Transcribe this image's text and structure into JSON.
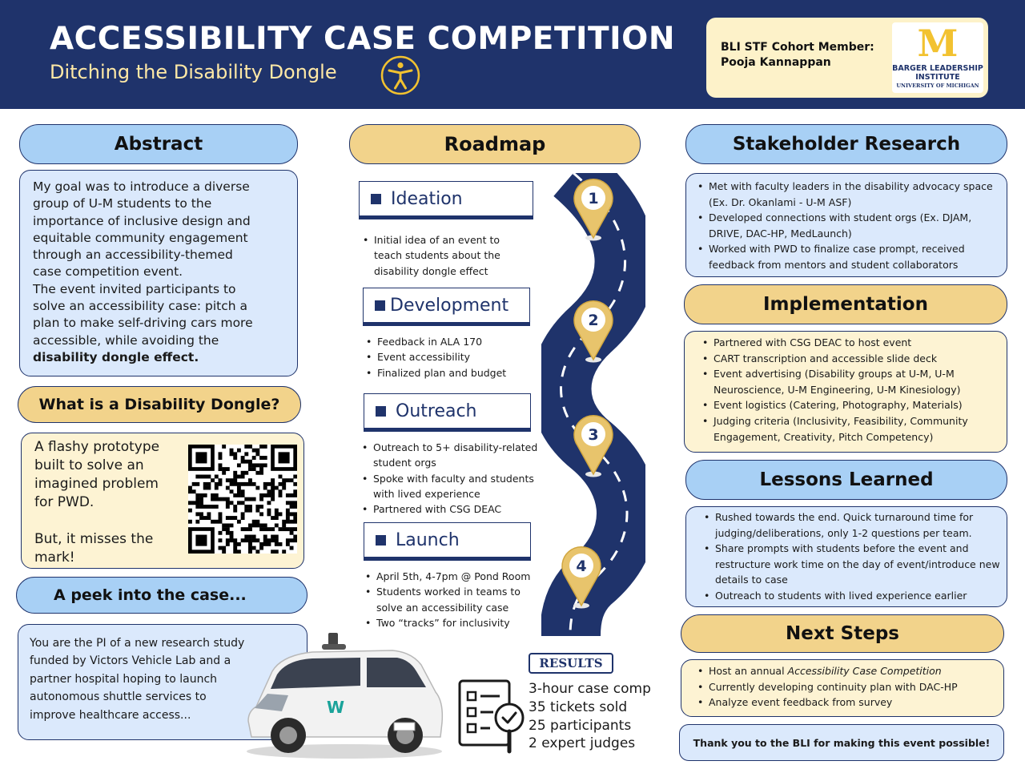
{
  "header": {
    "title": "ACCESSIBILITY CASE COMPETITION",
    "subtitle": "Ditching the Disability Dongle",
    "cohort_label": "BLI STF Cohort Member:",
    "cohort_name": "Pooja Kannappan",
    "logo_mark": "M",
    "logo_line1": "BARGER LEADERSHIP",
    "logo_line2": "INSTITUTE",
    "logo_line3": "UNIVERSITY OF MICHIGAN",
    "colors": {
      "navy": "#1f336b",
      "maize": "#f2c230"
    }
  },
  "abstract": {
    "title": "Abstract",
    "lines": [
      "My goal was to introduce a diverse",
      "group of U-M students to the",
      "importance of inclusive design and",
      "equitable community engagement",
      "through an accessibility-themed",
      "case competition event.",
      "The event invited participants to",
      "solve an accessibility case: pitch a",
      "plan to make self-driving cars more",
      "accessible, while avoiding the"
    ],
    "bold_line": "disability dongle effect",
    "bold_suffix": "."
  },
  "dongle": {
    "title": "What is a Disability Dongle?",
    "lines": [
      "A flashy prototype",
      "built to solve an",
      "imagined problem",
      "for PWD."
    ],
    "lines2": [
      "But, it misses the",
      "mark!"
    ]
  },
  "peek": {
    "title": "A peek into the case...",
    "lines": [
      "You are the PI of a new research study",
      "funded by Victors Vehicle Lab and a",
      "partner hospital hoping to launch",
      "autonomous shuttle services to",
      "improve healthcare access..."
    ]
  },
  "roadmap": {
    "title": "Roadmap",
    "stages": [
      {
        "number": "1",
        "label": "Ideation",
        "items": [
          "Initial idea of an event to teach students about the disability dongle effect"
        ]
      },
      {
        "number": "2",
        "label": "Development",
        "items": [
          "Feedback in ALA 170",
          "Event accessibility",
          "Finalized plan and budget"
        ]
      },
      {
        "number": "3",
        "label": "Outreach",
        "items": [
          "Outreach to 5+ disability-related student orgs",
          "Spoke with faculty and students with lived experience",
          "Partnered with CSG DEAC"
        ]
      },
      {
        "number": "4",
        "label": "Launch",
        "items": [
          "April 5th, 4-7pm @ Pond Room",
          "Students worked in teams to solve an accessibility case",
          "Two “tracks” for inclusivity"
        ]
      }
    ]
  },
  "results": {
    "badge": "RESULTS",
    "items": [
      "3-hour case comp",
      "35 tickets sold",
      "25 participants",
      "2 expert judges"
    ]
  },
  "stakeholder": {
    "title": "Stakeholder Research",
    "items": [
      "Met with faculty leaders in the disability advocacy space (Ex. Dr. Okanlami - U-M ASF)",
      "Developed connections with student orgs (Ex. DJAM, DRIVE, DAC-HP, MedLaunch)",
      "Worked with PWD to finalize case prompt, received feedback from mentors and student collaborators"
    ]
  },
  "implementation": {
    "title": "Implementation",
    "items": [
      "Partnered with CSG DEAC to host event",
      "CART transcription and accessible slide deck",
      "Event advertising (Disability groups at U-M, U-M Neuroscience, U-M Engineering, U-M Kinesiology)",
      "Event logistics (Catering, Photography, Materials)",
      "Judging criteria (Inclusivity, Feasibility, Community Engagement, Creativity, Pitch Competency)"
    ]
  },
  "lessons": {
    "title": "Lessons Learned",
    "items": [
      "Rushed towards the end. Quick turnaround time for judging/deliberations, only 1-2 questions per team.",
      "Share prompts with students before the event and restructure work time on the day of event/introduce new details to case",
      "Outreach to students with lived experience earlier"
    ]
  },
  "next_steps": {
    "title": "Next Steps",
    "item1_prefix": "Host an annual ",
    "item1_italic": "Accessibility Case Competition",
    "items": [
      "Currently developing continuity plan with DAC-HP",
      "Analyze event feedback from survey"
    ]
  },
  "thanks": "Thank you to the BLI for making this event possible!"
}
